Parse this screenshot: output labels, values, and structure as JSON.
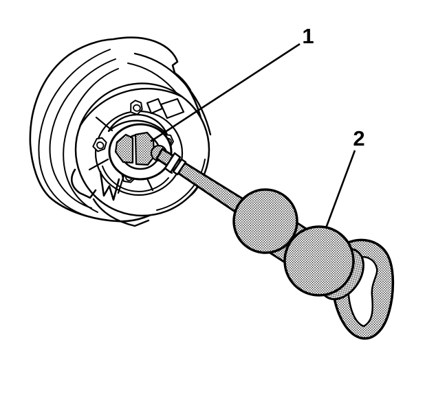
{
  "figure": {
    "background_color": "#ffffff",
    "line_color": "#000000",
    "parts": {
      "left_assembly": "brake-backing-plate-with-hub-and-bearing",
      "tool": "slide-hammer-puller",
      "texture": "stipple-halftone"
    },
    "callouts": [
      {
        "label": "1"
      },
      {
        "label": "2"
      }
    ]
  }
}
